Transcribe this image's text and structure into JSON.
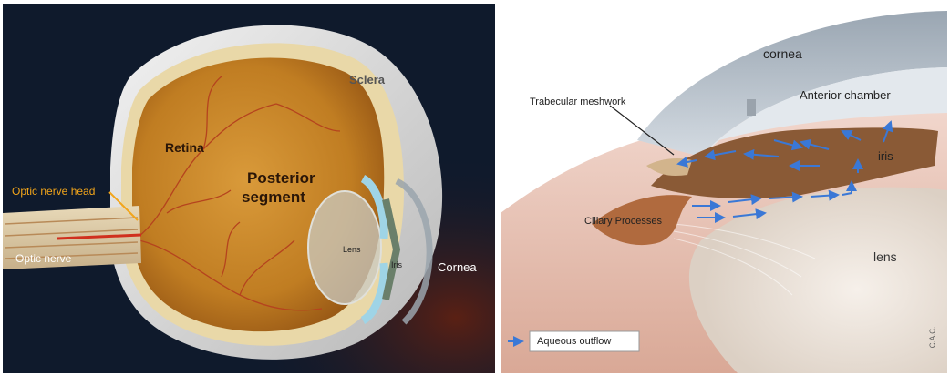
{
  "left_figure": {
    "labels": {
      "sclera": "Sclera",
      "retina": "Retina",
      "posterior_segment_line1": "Posterior",
      "posterior_segment_line2": "segment",
      "optic_nerve_head": "Optic nerve head",
      "optic_nerve": "Optic nerve",
      "lens": "Lens",
      "iris": "Iris",
      "cornea": "Cornea"
    },
    "colors": {
      "background_dark": "#0f1a2c",
      "background_red_glow": "#4a1a12",
      "vitreous_orange": "#c98a2a",
      "sclera_white": "#e6e6e6",
      "retina_vessel_red": "#b5431e",
      "optic_nerve_head_label": "#f2a51a"
    }
  },
  "right_figure": {
    "labels": {
      "cornea": "cornea",
      "anterior_chamber": "Anterior chamber",
      "trabecular_meshwork": "Trabecular meshwork",
      "iris": "iris",
      "ciliary_processes": "Ciliary Processes",
      "lens": "lens",
      "legend_aqueous_outflow": "Aqueous outflow",
      "signature": "C.A.C."
    },
    "colors": {
      "flow_arrow_blue": "#3a78d6",
      "cornea_grey": "#b9c3cc",
      "iris_brown": "#8a5a36",
      "lens_cream": "#efe6dc",
      "tissue_pink": "#e2b6a8"
    }
  }
}
